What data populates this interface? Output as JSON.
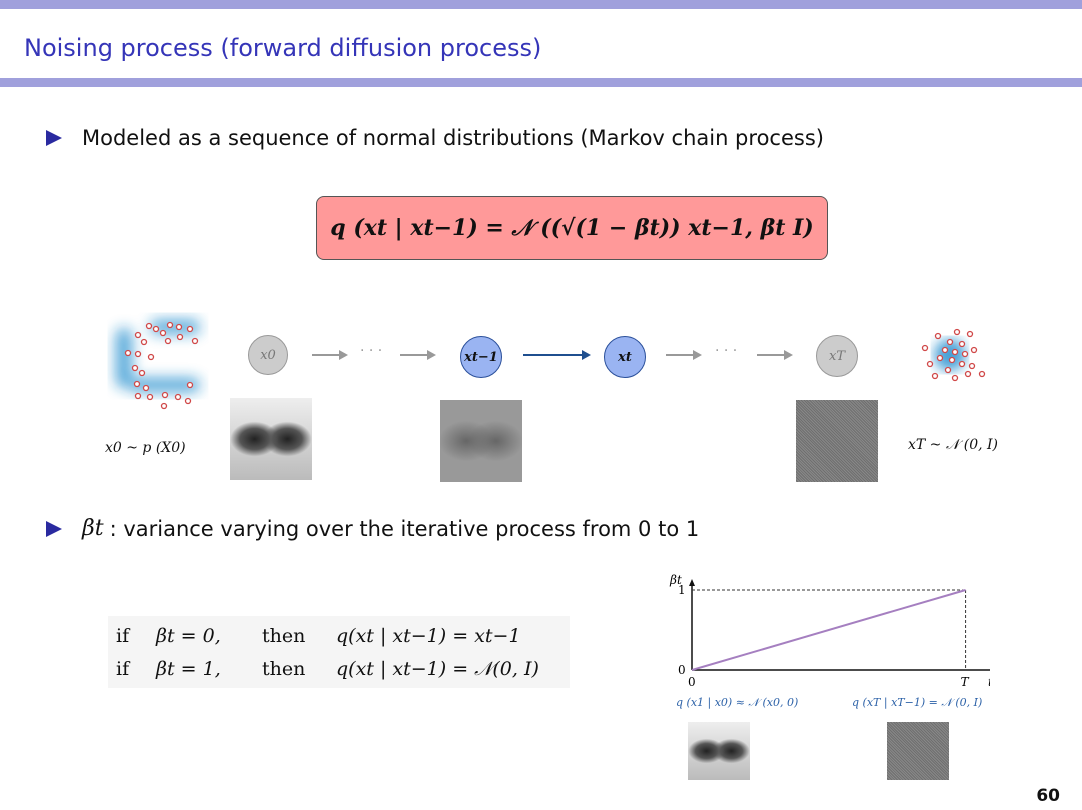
{
  "slide": {
    "title": "Noising process (forward diffusion process)",
    "page_number": "60",
    "bullets": [
      {
        "text": "Modeled as a sequence of normal distributions (Markov chain process)"
      },
      {
        "symbol": "βt",
        "text": ": variance varying over the iterative process from 0 to 1"
      }
    ],
    "formula": "q (xt | xt−1) = 𝒩 ((√(1 − βt)) xt−1, βt I)",
    "diagram": {
      "nodes": [
        "x0",
        "xt−1",
        "xt",
        "xT"
      ],
      "ellipsis": "· · ·",
      "left_label": "x0 ~ p (X0)",
      "right_label": "xT ~ 𝒩 (0, I)"
    },
    "cases": [
      {
        "if": "if",
        "cond": "βt = 0,",
        "then": "then",
        "result": "q(xt | xt−1) = xt−1"
      },
      {
        "if": "if",
        "cond": "βt = 1,",
        "then": "then",
        "result": "q(xt | xt−1) = 𝒩(0, I)"
      }
    ],
    "colors": {
      "accent": "#a0a0dc",
      "title": "#3535b8",
      "formula_bg": "#ff9999",
      "line": "#a57fc0"
    }
  },
  "chart_data": {
    "type": "line",
    "title": "",
    "xlabel": "t",
    "ylabel": "βt",
    "x_ticks": [
      "0",
      "T"
    ],
    "y_ticks": [
      "0",
      "1"
    ],
    "series": [
      {
        "name": "βt",
        "x": [
          0,
          1
        ],
        "y": [
          0,
          1
        ]
      }
    ],
    "xlim": [
      0,
      1.06
    ],
    "ylim": [
      0,
      1.15
    ],
    "annotations": [
      "q (x1 | x0) ≈ 𝒩 (x0, 0)",
      "q (xT | xT−1) = 𝒩 (0, I)"
    ]
  }
}
